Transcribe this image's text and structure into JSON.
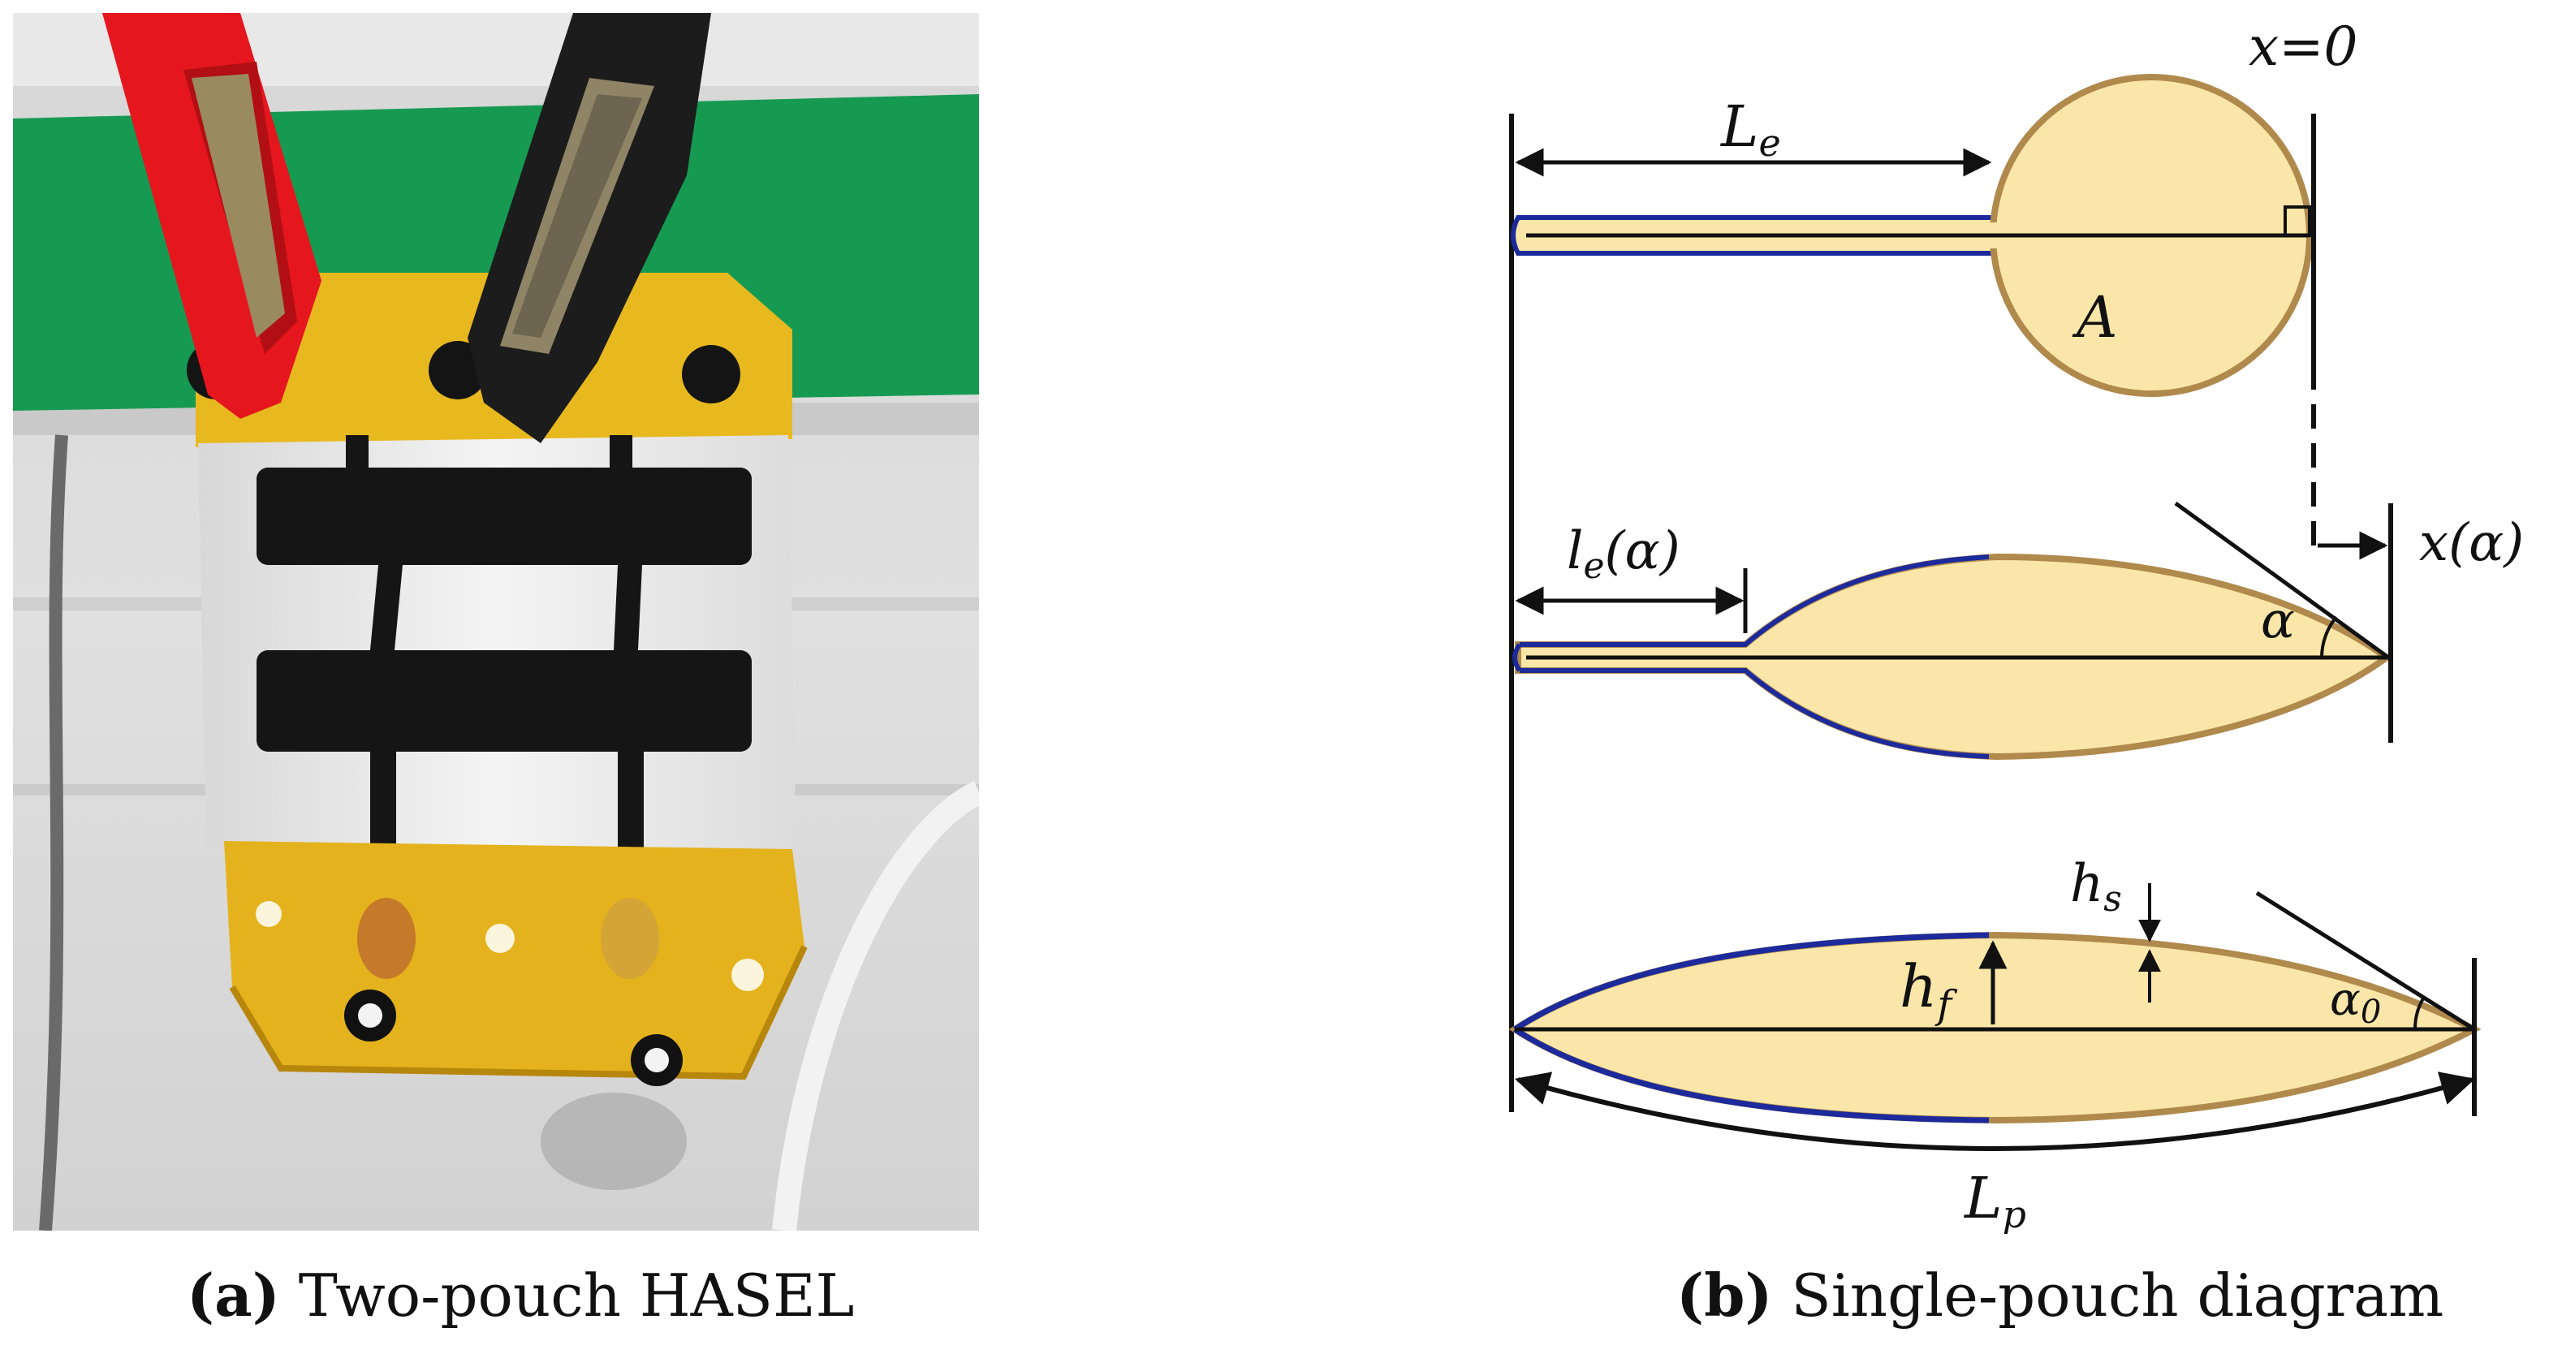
{
  "subfigures": {
    "a": {
      "tag": "(a)",
      "caption": "Two-pouch HASEL"
    },
    "b": {
      "tag": "(b)",
      "caption": "Single-pouch diagram"
    }
  },
  "diagram_labels": {
    "x0": "x=0",
    "Le_main": "L",
    "Le_sub": "e",
    "area": "A",
    "le_main": "l",
    "le_sub": "e",
    "le_arg": "(α)",
    "x_alpha": "x(α)",
    "alpha": "α",
    "hs_main": "h",
    "hs_sub": "s",
    "hf_main": "h",
    "hf_sub": "f",
    "alpha0_main": "α",
    "alpha0_sub": "0",
    "Lp_main": "L",
    "Lp_sub": "p"
  },
  "colors": {
    "pouch_fill": "#fae6a8",
    "pouch_outline": "#b0894d",
    "electrode_outline": "#1c2a9c",
    "line": "#111111",
    "photo_green": "#169a52",
    "photo_yellow": "#e8b91f",
    "clip_red": "#e5161d",
    "clip_black": "#1c1c1c",
    "electrode_black": "#151515"
  }
}
